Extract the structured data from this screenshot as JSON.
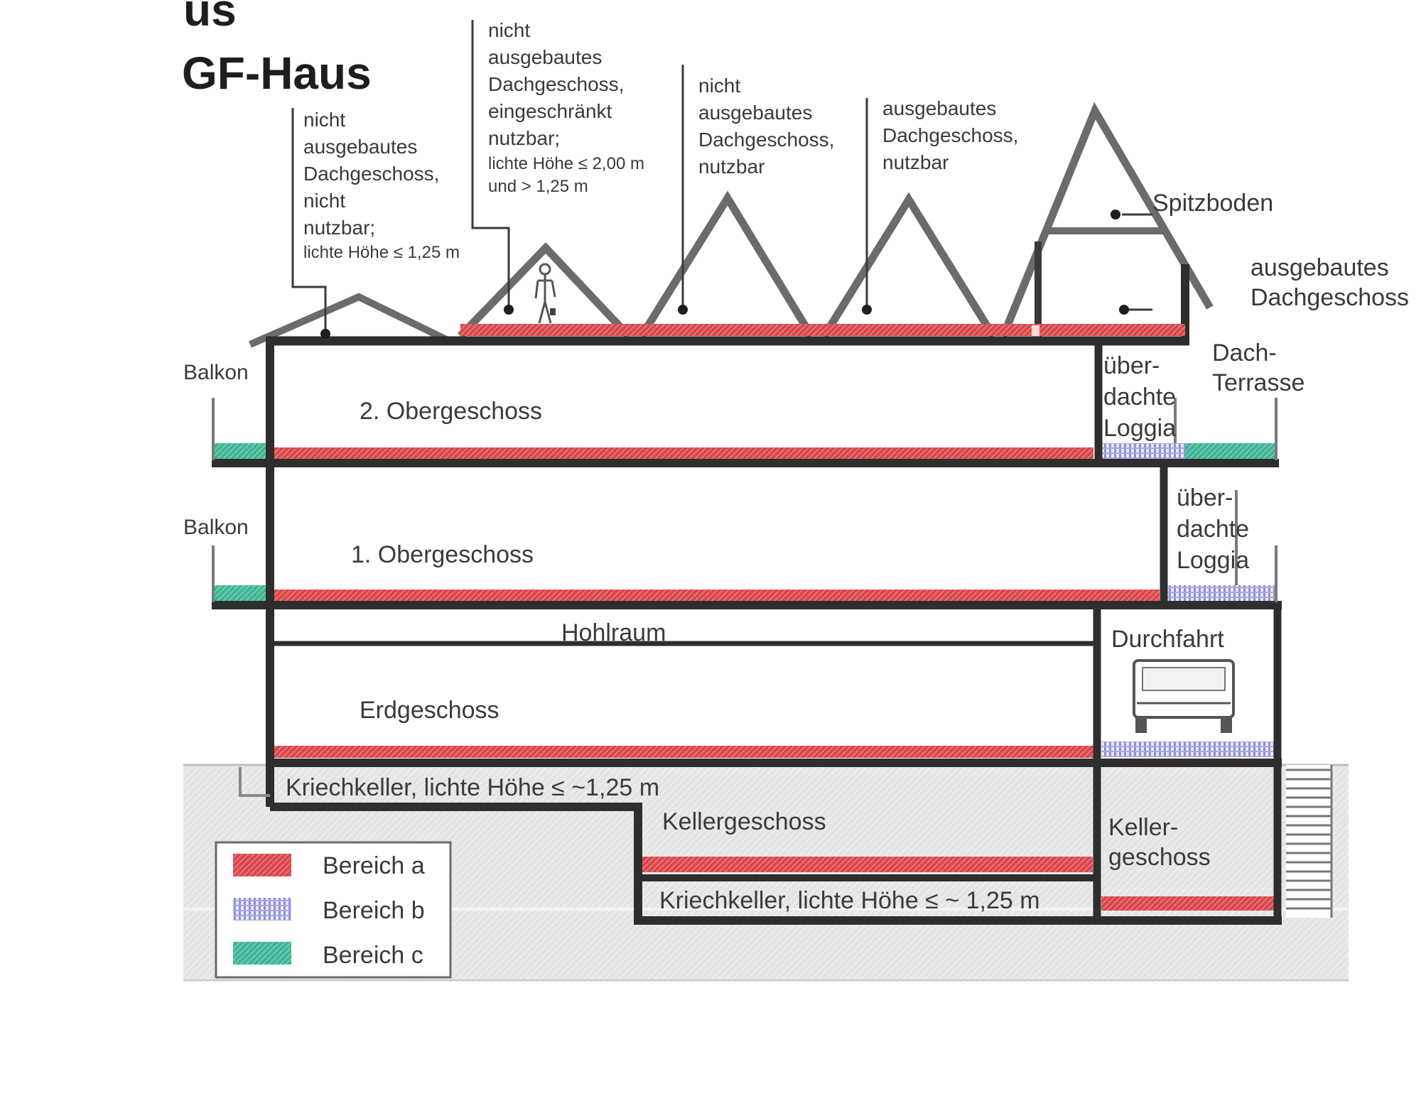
{
  "title": {
    "fragment": "us",
    "text": "GF-Haus"
  },
  "colors": {
    "bereich_a": "#d9484b",
    "bereich_b": "#8e8ed6",
    "bereich_c": "#3fb596",
    "wall": "#2e2e2e",
    "roof": "#6b6b6b",
    "ground": "#e6e6e6"
  },
  "annotations": {
    "roof1": {
      "lines": [
        "nicht",
        "ausgebautes",
        "Dachgeschoss,",
        "nicht",
        "nutzbar;"
      ],
      "small": "lichte Höhe ≤ 1,25 m"
    },
    "roof2": {
      "lines": [
        "nicht",
        "ausgebautes",
        "Dachgeschoss,",
        "eingeschränkt",
        "nutzbar;"
      ],
      "small_lines": [
        "lichte Höhe ≤ 2,00 m",
        "und > 1,25 m"
      ]
    },
    "roof3": {
      "lines": [
        "nicht",
        "ausgebautes",
        "Dachgeschoss,",
        "nutzbar"
      ]
    },
    "roof4": {
      "lines": [
        "ausgebautes",
        "Dachgeschoss,",
        "nutzbar"
      ]
    },
    "spitzboden": "Spitzboden",
    "roof5": {
      "lines": [
        "ausgebautes",
        "Dachgeschoss"
      ]
    },
    "dach_terrasse": {
      "lines": [
        "Dach-",
        "Terrasse"
      ]
    },
    "loggia_top": {
      "lines": [
        "über-",
        "dachte",
        "Loggia"
      ]
    },
    "loggia_mid": {
      "lines": [
        "über-",
        "dachte",
        "Loggia"
      ]
    },
    "balkon_top": "Balkon",
    "balkon_mid": "Balkon"
  },
  "rooms": {
    "og2": "2. Obergeschoss",
    "og1": "1. Obergeschoss",
    "hohlraum": "Hohlraum",
    "eg": "Erdgeschoss",
    "durchfahrt": "Durchfahrt",
    "kriechkeller1": "Kriechkeller, lichte Höhe ≤ ~1,25 m",
    "kellergeschoss": "Kellergeschoss",
    "kriechkeller2": "Kriechkeller, lichte Höhe ≤  ~ 1,25 m",
    "keller_right": {
      "lines": [
        "Keller-",
        "geschoss"
      ]
    }
  },
  "legend": {
    "items": [
      {
        "label": "Bereich a",
        "pattern": "a"
      },
      {
        "label": "Bereich b",
        "pattern": "b"
      },
      {
        "label": "Bereich c",
        "pattern": "c"
      }
    ]
  }
}
